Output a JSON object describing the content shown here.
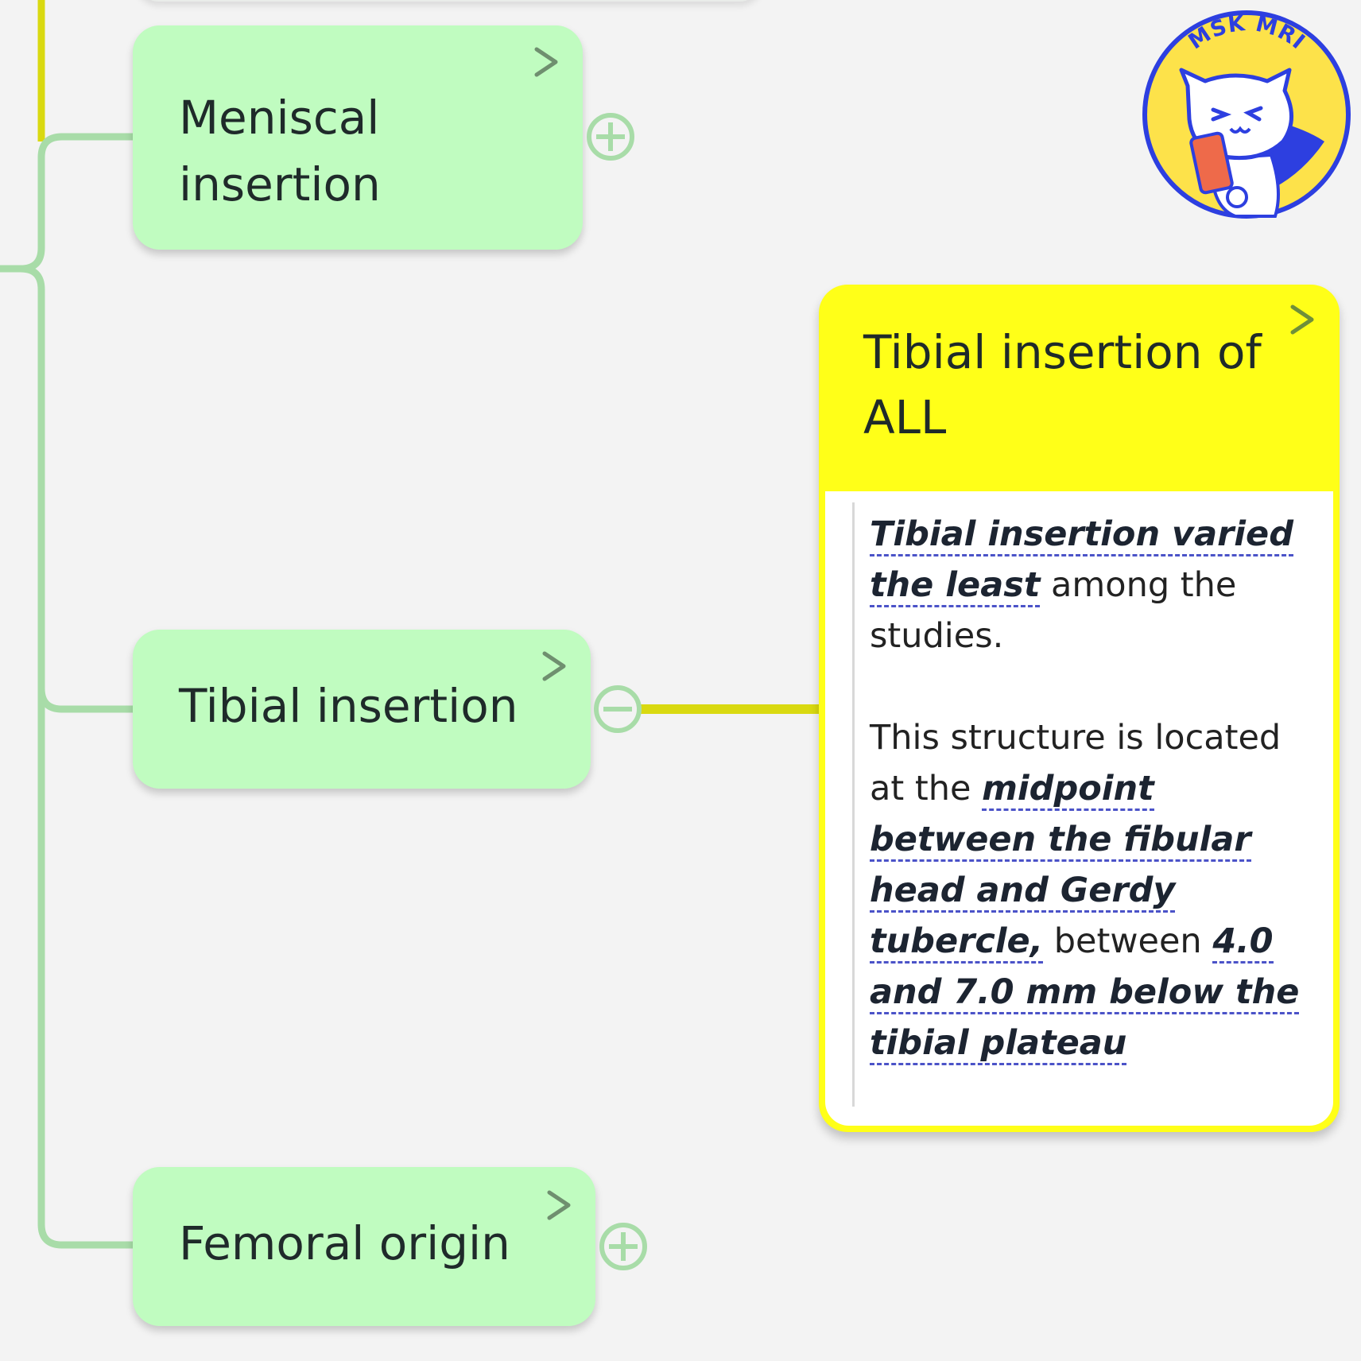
{
  "nodes": {
    "meniscal": {
      "label_line1": "Meniscal",
      "label_line2": "insertion"
    },
    "tibial": {
      "label": "Tibial insertion"
    },
    "femoral": {
      "label": "Femoral origin"
    }
  },
  "detail": {
    "title_line1": "Tibial insertion of",
    "title_line2": "ALL",
    "p1": {
      "em1": "Tibial insertion varied",
      "em2": "the least",
      "t1": " among the",
      "t2": "studies."
    },
    "p2": {
      "t1": "This structure is located",
      "t2": "at the ",
      "em1": "midpoint",
      "em2": "between the fibular",
      "em3": "head and Gerdy",
      "em4": "tubercle,",
      "t3": " between ",
      "em5": "4.0",
      "em6": "and 7.0 mm below the",
      "em7": "tibial plateau"
    }
  },
  "logo": {
    "text": "MSK MRI"
  },
  "colors": {
    "node_fill": "#c0fcc0",
    "branch_green": "#a8dca8",
    "branch_yellow": "#d9d910",
    "detail_fill": "#ffff18",
    "highlight_underline": "#4b53c8"
  },
  "icons": {
    "expand": "chevron-right-icon",
    "collapsed": "plus-circle-icon",
    "expanded": "minus-circle-icon"
  }
}
